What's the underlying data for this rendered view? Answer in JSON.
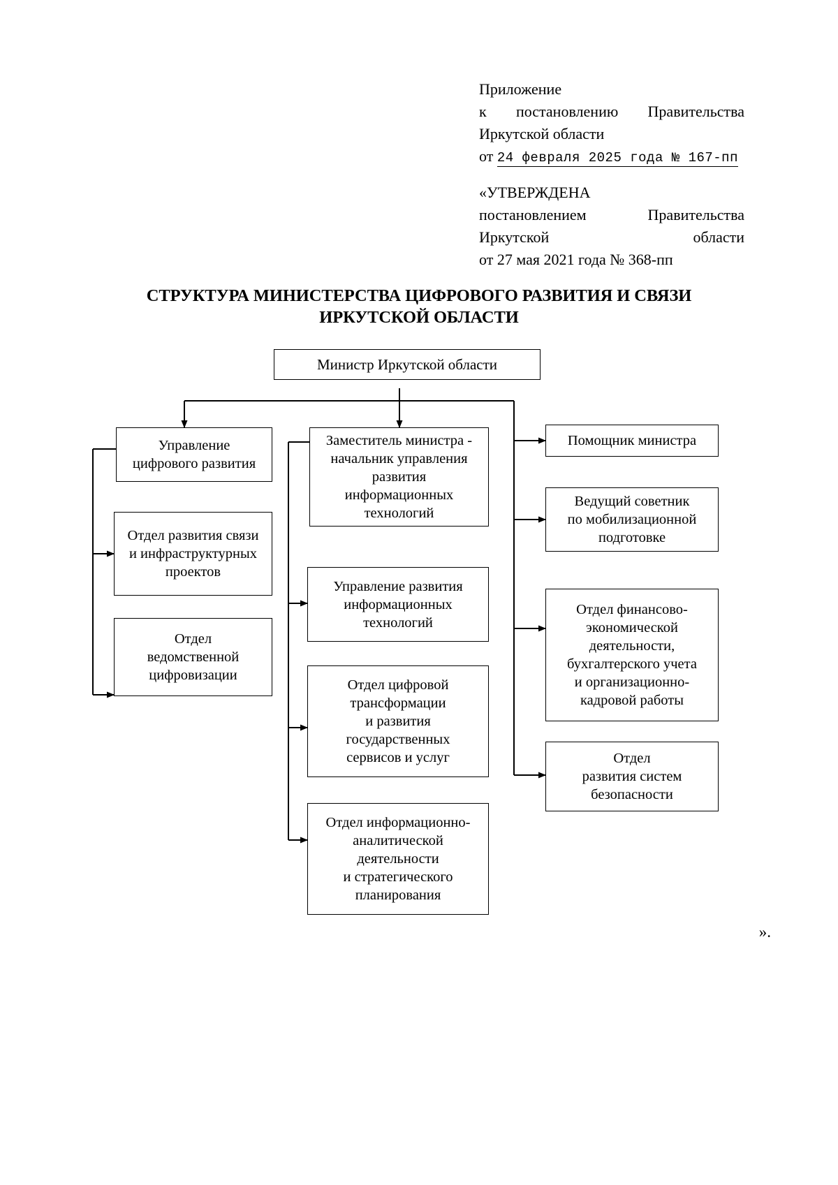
{
  "header": {
    "line1": "Приложение",
    "line2_left": "к",
    "line2_mid": "постановлению",
    "line2_right": "Правительства",
    "line3": "Иркутской области",
    "line4_prefix": "от",
    "line4_underlined": "24 февраля 2025 года № 167-пп",
    "line5": "«УТВЕРЖДЕНА",
    "line6_left": "постановлением",
    "line6_right": "Правительства",
    "line7_left": "Иркутской",
    "line7_right": "области",
    "line8": "от 27 мая 2021 года № 368-пп"
  },
  "title": {
    "line1": "СТРУКТУРА МИНИСТЕРСТВА ЦИФРОВОГО РАЗВИТИЯ И СВЯЗИ",
    "line2": "ИРКУТСКОЙ ОБЛАСТИ"
  },
  "closing_quote": "».",
  "chart_data": {
    "type": "diagram",
    "title": "СТРУКТУРА МИНИСТЕРСТВА ЦИФРОВОГО РАЗВИТИЯ И СВЯЗИ ИРКУТСКОЙ ОБЛАСТИ",
    "orientation": "top-down organizational chart",
    "nodes": [
      {
        "id": "minister",
        "label": "Министр Иркутской области",
        "column": "top",
        "level": 0
      },
      {
        "id": "upr-cifrovogo-razvitiya",
        "label": "Управление\nцифрового развития",
        "column": "left",
        "level": 1
      },
      {
        "id": "otdel-razvitiya-svyazi",
        "label": "Отдел развития связи\nи инфраструктурных\nпроектов",
        "column": "left",
        "level": 2
      },
      {
        "id": "otdel-vedomstvennoy-cifrovizacii",
        "label": "Отдел\nведомственной\nцифровизации",
        "column": "left",
        "level": 2
      },
      {
        "id": "zamestitel-ministra",
        "label": "Заместитель министра -\nначальник управления\nразвития\nинформационных\nтехнологий",
        "column": "center",
        "level": 1
      },
      {
        "id": "upr-razvitiya-it",
        "label": "Управление развития\nинформационных\nтехнологий",
        "column": "center",
        "level": 2
      },
      {
        "id": "otdel-cifrovoy-transformacii",
        "label": "Отдел цифровой\nтрансформации\nи развития\nгосударственных\nсервисов и услуг",
        "column": "center",
        "level": 2
      },
      {
        "id": "otdel-informacionno-analiticheskoy",
        "label": "Отдел информационно-\nаналитической\nдеятельности\nи стратегического\nпланирования",
        "column": "center",
        "level": 2
      },
      {
        "id": "pomoshchnik-ministra",
        "label": "Помощник министра",
        "column": "right",
        "level": 1
      },
      {
        "id": "vedushchiy-sovetnik",
        "label": "Ведущий советник\nпо мобилизационной\nподготовке",
        "column": "right",
        "level": 1
      },
      {
        "id": "otdel-finansovo-ekonomicheskoy",
        "label": "Отдел финансово-\nэкономической\nдеятельности,\nбухгалтерского учета\nи организационно-\nкадровой работы",
        "column": "right",
        "level": 1
      },
      {
        "id": "otdel-razvitiya-sistem-bezopasnosti",
        "label": "Отдел\nразвития систем\nбезопасности",
        "column": "right",
        "level": 1
      }
    ],
    "edges": [
      {
        "from": "minister",
        "to": "upr-cifrovogo-razvitiya"
      },
      {
        "from": "minister",
        "to": "zamestitel-ministra"
      },
      {
        "from": "upr-cifrovogo-razvitiya",
        "to": "otdel-razvitiya-svyazi"
      },
      {
        "from": "upr-cifrovogo-razvitiya",
        "to": "otdel-vedomstvennoy-cifrovizacii"
      },
      {
        "from": "zamestitel-ministra",
        "to": "upr-razvitiya-it"
      },
      {
        "from": "zamestitel-ministra",
        "to": "otdel-cifrovoy-transformacii"
      },
      {
        "from": "zamestitel-ministra",
        "to": "otdel-informacionno-analiticheskoy"
      },
      {
        "from": "minister",
        "to": "pomoshchnik-ministra"
      },
      {
        "from": "minister",
        "to": "vedushchiy-sovetnik"
      },
      {
        "from": "minister",
        "to": "otdel-finansovo-ekonomicheskoy"
      },
      {
        "from": "minister",
        "to": "otdel-razvitiya-sistem-bezopasnosti"
      }
    ]
  }
}
